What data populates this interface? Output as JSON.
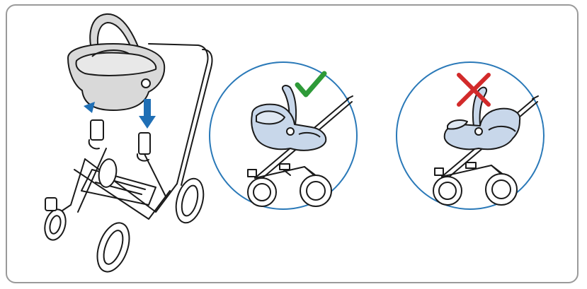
{
  "panels": [
    {
      "name": "installation",
      "arrow_icon": "down-arrow-icon"
    },
    {
      "name": "correct-orientation",
      "status": "correct",
      "status_icon": "check-mark-icon"
    },
    {
      "name": "incorrect-orientation",
      "status": "incorrect",
      "status_icon": "cross-mark-icon"
    }
  ],
  "colors": {
    "frame_border": "#9a9a9a",
    "line": "#1a1a1a",
    "seat_grey": "#d9d9d9",
    "seat_blue": "#c8d7ea",
    "arrow_blue": "#1f6fb5",
    "circle_blue": "#2a79b8",
    "check_green": "#2e9a38",
    "cross_red": "#d22a2a"
  }
}
